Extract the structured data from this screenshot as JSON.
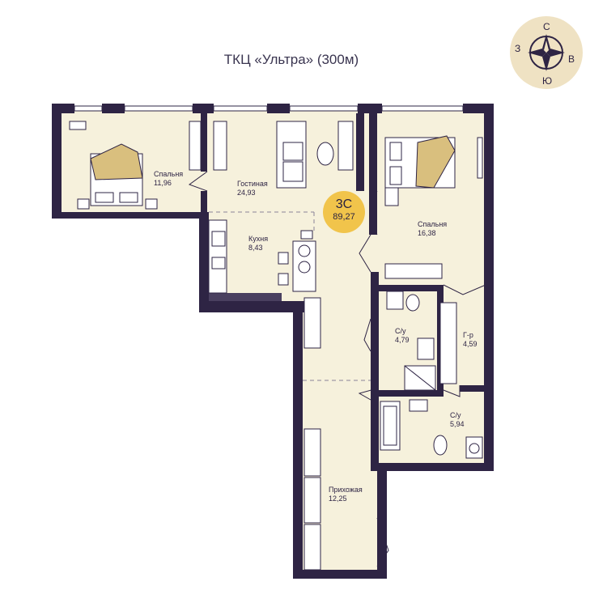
{
  "title": "ТКЦ «Ультра» (300м)",
  "compass": {
    "north": "С",
    "east": "В",
    "south": "Ю",
    "west": "З"
  },
  "apartment": {
    "type": "3С",
    "area": "89,27"
  },
  "rooms": {
    "bedroom1": {
      "name": "Спальня",
      "area": "11,96"
    },
    "living": {
      "name": "Гостиная",
      "area": "24,93"
    },
    "kitchen": {
      "name": "Кухня",
      "area": "8,43"
    },
    "bedroom2": {
      "name": "Спальня",
      "area": "16,38"
    },
    "bath1": {
      "name": "С/у",
      "area": "4,79"
    },
    "wardrobe": {
      "name": "Г-р",
      "area": "4,59"
    },
    "bath2": {
      "name": "С/у",
      "area": "5,94"
    },
    "hall": {
      "name": "Прихожая",
      "area": "12,25"
    }
  },
  "colors": {
    "wall": "#2e2444",
    "floor": "#f6f1dc",
    "accent": "#f1c44b",
    "bed_cover": "#d9bf7e"
  }
}
